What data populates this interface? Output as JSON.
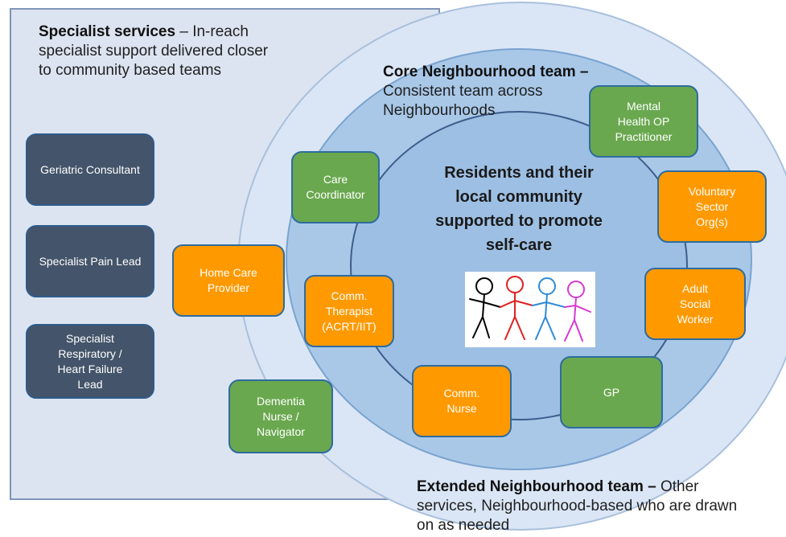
{
  "specialist": {
    "title": "Specialist services",
    "desc": "– In-reach specialist support delivered closer to community based teams",
    "items": [
      "Geriatric Consultant",
      "Specialist Pain Lead",
      "Specialist\nRespiratory /\nHeart Failure\nLead"
    ]
  },
  "core": {
    "title": "Core Neighbourhood team –",
    "desc": "Consistent team across Neighbourhoods"
  },
  "extended": {
    "title": "Extended Neighbourhood team –",
    "desc": "Other services, Neighbourhood-based who are drawn on as needed"
  },
  "center": {
    "text": "Residents and their\nlocal community\nsupported to promote\nself-care"
  },
  "roles": {
    "home_care": "Home Care\nProvider",
    "dementia": "Dementia\nNurse /\nNavigator",
    "care_coord": "Care\nCoordinator",
    "comm_therapist": "Comm.\nTherapist\n(ACRT/IIT)",
    "comm_nurse": "Comm.\nNurse",
    "gp": "GP",
    "adult_social": "Adult\nSocial\nWorker",
    "voluntary": "Voluntary\nSector\nOrg(s)",
    "mental_health": "Mental\nHealth OP\nPractitioner"
  },
  "colors": {
    "specialist_box": "#44546a",
    "green_box": "#6aa84f",
    "orange_box": "#ff9900",
    "panel": "#dce4f1"
  }
}
